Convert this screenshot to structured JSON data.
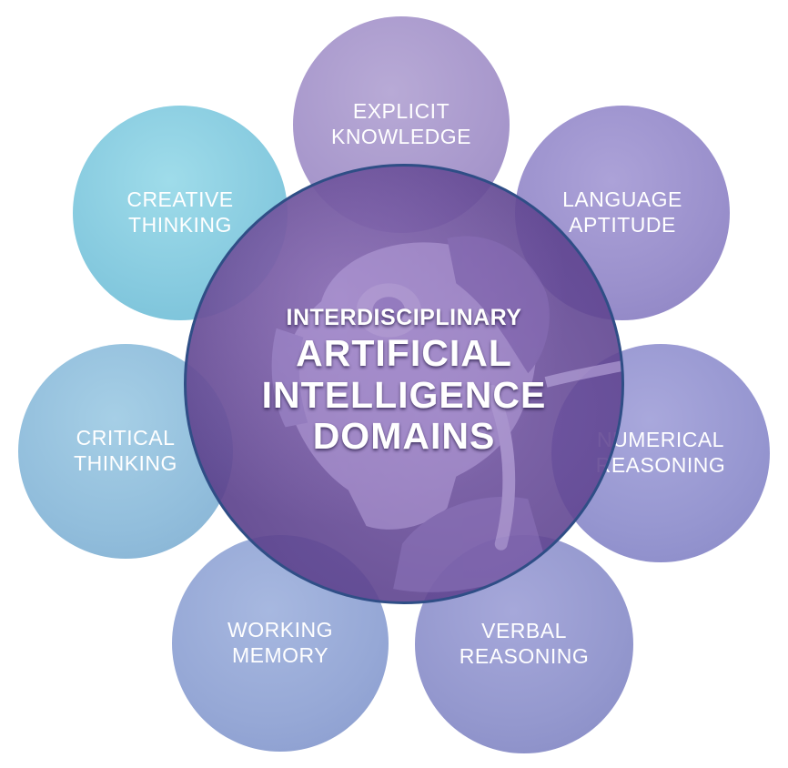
{
  "center": {
    "subtitle": "INTERDISCIPLINARY",
    "title_lines": [
      "ARTIFICIAL",
      "INTELLIGENCE",
      "DOMAINS"
    ]
  },
  "domains": [
    {
      "id": "explicit-knowledge",
      "lines": [
        "EXPLICIT",
        "KNOWLEDGE"
      ],
      "color": "#a898cc"
    },
    {
      "id": "language-aptitude",
      "lines": [
        "LANGUAGE",
        "APTITUDE"
      ],
      "color": "#9a90cc"
    },
    {
      "id": "numerical-reasoning",
      "lines": [
        "NUMERICAL",
        "REASONING"
      ],
      "color": "#9696d0"
    },
    {
      "id": "verbal-reasoning",
      "lines": [
        "VERBAL",
        "REASONING"
      ],
      "color": "#9498ce"
    },
    {
      "id": "working-memory",
      "lines": [
        "WORKING",
        "MEMORY"
      ],
      "color": "#96a8d6"
    },
    {
      "id": "critical-thinking",
      "lines": [
        "CRITICAL",
        "THINKING"
      ],
      "color": "#92bedc"
    },
    {
      "id": "creative-thinking",
      "lines": [
        "CREATIVE",
        "THINKING"
      ],
      "color": "#86cadf"
    }
  ],
  "center_color": "#6e50a0",
  "center_border_color": "#2f4e86"
}
